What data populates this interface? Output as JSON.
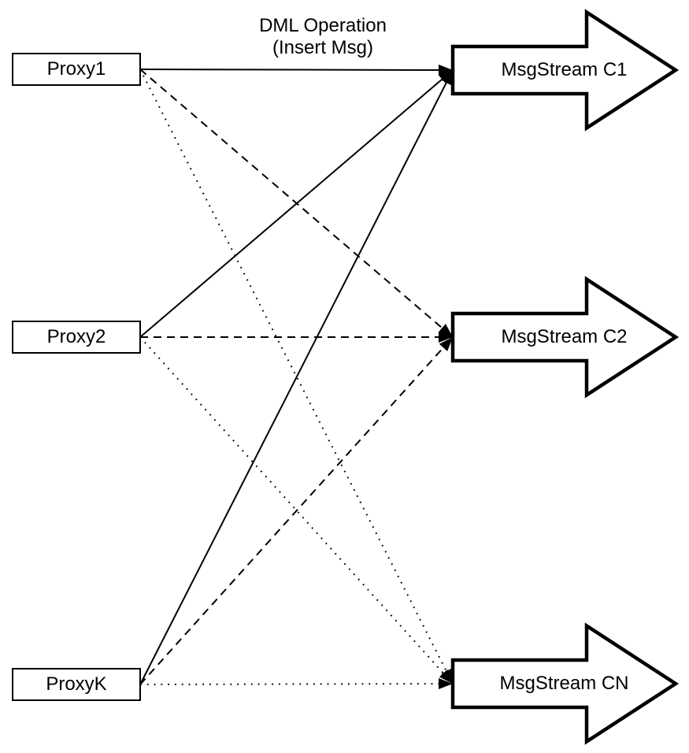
{
  "diagram": {
    "background_color": "#ffffff",
    "stroke_color": "#000000",
    "shape_fill_color": "#ffffff",
    "edge_label": {
      "line1": "DML Operation",
      "line2": "(Insert Msg)"
    },
    "proxies": [
      {
        "id": "proxy1",
        "label": "Proxy1"
      },
      {
        "id": "proxy2",
        "label": "Proxy2"
      },
      {
        "id": "proxyk",
        "label": "ProxyK"
      }
    ],
    "streams": [
      {
        "id": "c1",
        "label": "MsgStream C1"
      },
      {
        "id": "c2",
        "label": "MsgStream C2"
      },
      {
        "id": "cn",
        "label": "MsgStream CN"
      }
    ],
    "edges": [
      {
        "from": "proxy1",
        "to": "c1",
        "style": "solid"
      },
      {
        "from": "proxy2",
        "to": "c1",
        "style": "solid"
      },
      {
        "from": "proxyk",
        "to": "c1",
        "style": "solid"
      },
      {
        "from": "proxy1",
        "to": "c2",
        "style": "dashed"
      },
      {
        "from": "proxy2",
        "to": "c2",
        "style": "dashed"
      },
      {
        "from": "proxyk",
        "to": "c2",
        "style": "dashed"
      },
      {
        "from": "proxy1",
        "to": "cn",
        "style": "dotted"
      },
      {
        "from": "proxy2",
        "to": "cn",
        "style": "dotted"
      },
      {
        "from": "proxyk",
        "to": "cn",
        "style": "dotted"
      }
    ]
  }
}
